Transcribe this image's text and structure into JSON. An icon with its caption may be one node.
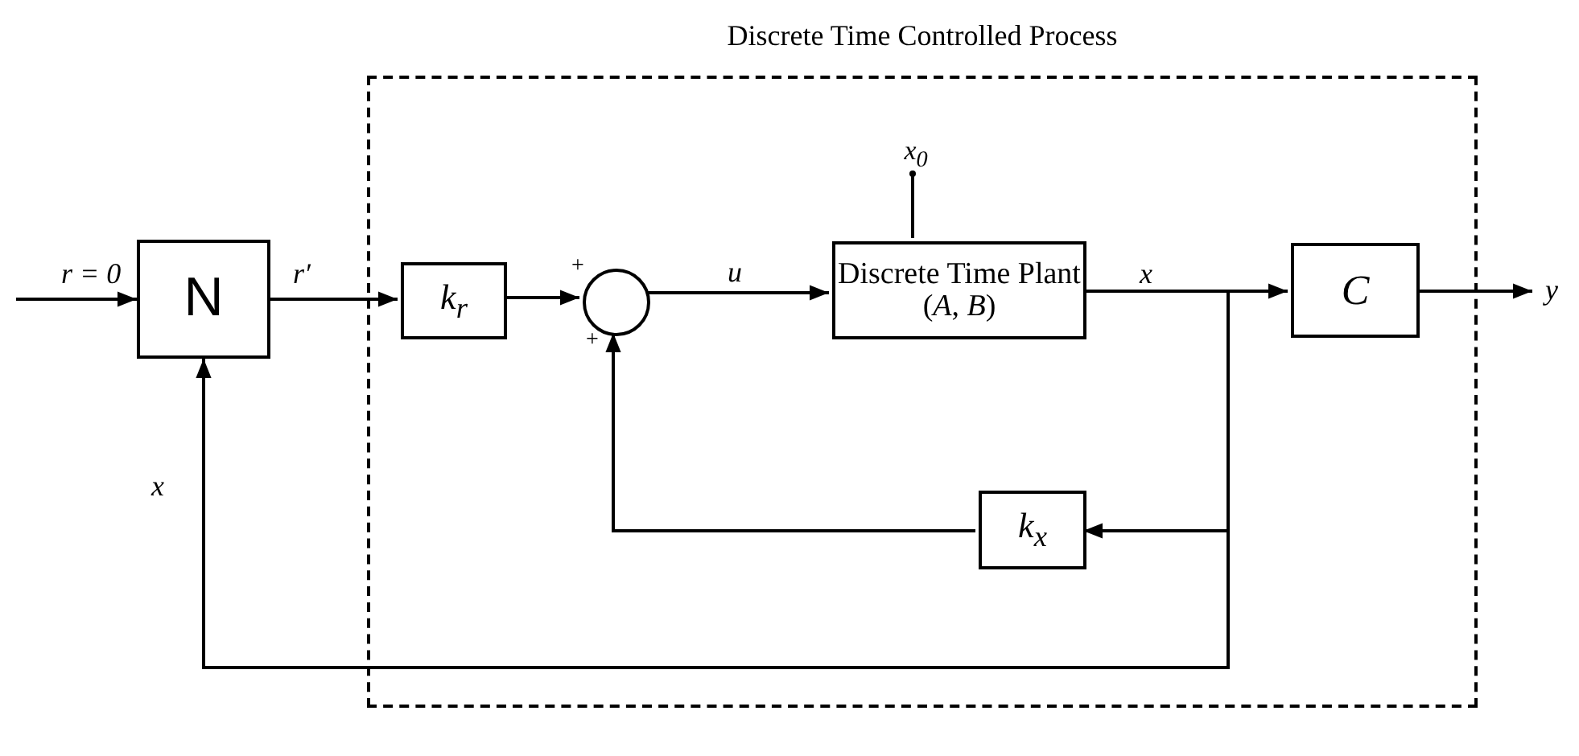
{
  "diagram": {
    "nodes": [
      {
        "text": [
          "Discrete Time Controlled Process"
        ]
      },
      {
        "text": [
          "N"
        ]
      },
      {
        "text": [
          "k$_{r}$"
        ],
        "in": 0
      },
      {
        "text": [],
        "shape": "circle",
        "in": 0
      },
      {
        "text": [
          "x$_{0}$"
        ],
        "in": 0
      },
      {
        "text": [
          "Discrete Time Plant (*A*, *B*)"
        ],
        "in": 0
      },
      {
        "text": [
          "C"
        ],
        "in": 0
      },
      {
        "text": [
          "k$_{x}$"
        ],
        "in": 0
      }
    ],
    "edges": [
      {
        "from": null,
        "to": 1,
        "arrow": "to",
        "label": "r = 0"
      },
      {
        "from": 1,
        "to": 2,
        "arrow": "to",
        "label": "r′"
      },
      {
        "from": 2,
        "to": 3,
        "arrow": "to"
      },
      {
        "from": 7,
        "to": 3,
        "arrow": "to"
      },
      {
        "from": 3,
        "to": 5,
        "arrow": "to",
        "label": "u"
      },
      {
        "from": 4,
        "to": 5,
        "arrow": "other"
      },
      {
        "from": 5,
        "to": 6,
        "arrow": "to",
        "label": "x"
      },
      {
        "from": 5,
        "to": 7,
        "arrow": "to"
      },
      {
        "from": 5,
        "to": 1,
        "arrow": "to",
        "label": "x"
      },
      {
        "from": 6,
        "to": null,
        "arrow": "to",
        "label": "y"
      }
    ],
    "labels": [
      "+",
      "+"
    ]
  }
}
